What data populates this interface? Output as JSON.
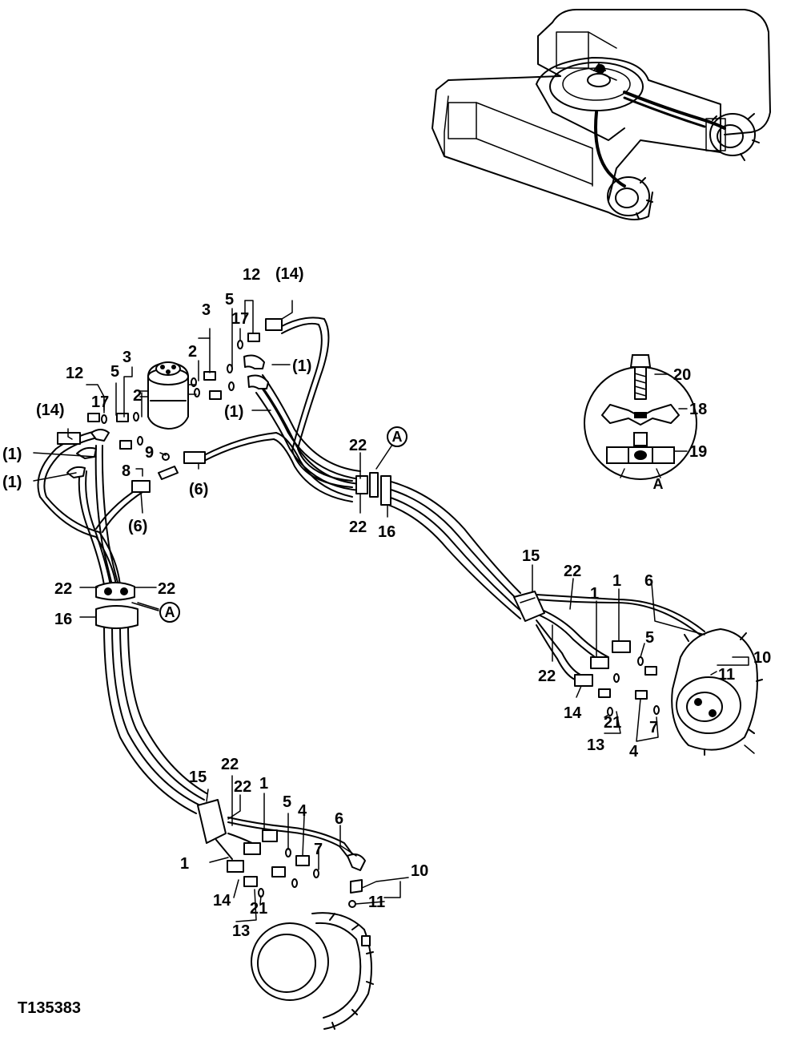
{
  "figure_id": "T135383",
  "detail_marker": "A",
  "callouts": {
    "c_14_top": "(14)",
    "c_12_top": "12",
    "c_5_top": "5",
    "c_17_top": "17",
    "c_3_top": "3",
    "c_2_top": "2",
    "c_1_top": "(1)",
    "c_1_mid": "(1)",
    "c_12_left": "12",
    "c_5_left": "5",
    "c_3_left": "3",
    "c_2_left": "2",
    "c_17_left": "17",
    "c_14_left": "(14)",
    "c_1_left_a": "(1)",
    "c_1_left_b": "(1)",
    "c_9": "9",
    "c_8": "8",
    "c_6_a": "(6)",
    "c_6_b": "(6)",
    "c_22_mid_a": "22",
    "c_22_mid_b": "22",
    "c_16_mid": "16",
    "c_22_left_a": "22",
    "c_22_left_b": "22",
    "c_16_left": "16",
    "c_20": "20",
    "c_18": "18",
    "c_19": "19",
    "c_15_r": "15",
    "c_22_r_a": "22",
    "c_1_r_a": "1",
    "c_1_r_b": "1",
    "c_6_r": "6",
    "c_5_r": "5",
    "c_10_r": "10",
    "c_11_r": "11",
    "c_22_r_b": "22",
    "c_14_r": "14",
    "c_21_r": "21",
    "c_13_r": "13",
    "c_7_r": "7",
    "c_4_r": "4",
    "c_22_b_a": "22",
    "c_15_b": "15",
    "c_22_b_b": "22",
    "c_1_b_a": "1",
    "c_5_b": "5",
    "c_4_b": "4",
    "c_6_b_r": "6",
    "c_1_b_b": "1",
    "c_7_b": "7",
    "c_10_b": "10",
    "c_11_b": "11",
    "c_14_b": "14",
    "c_21_b": "21",
    "c_13_b": "13"
  }
}
